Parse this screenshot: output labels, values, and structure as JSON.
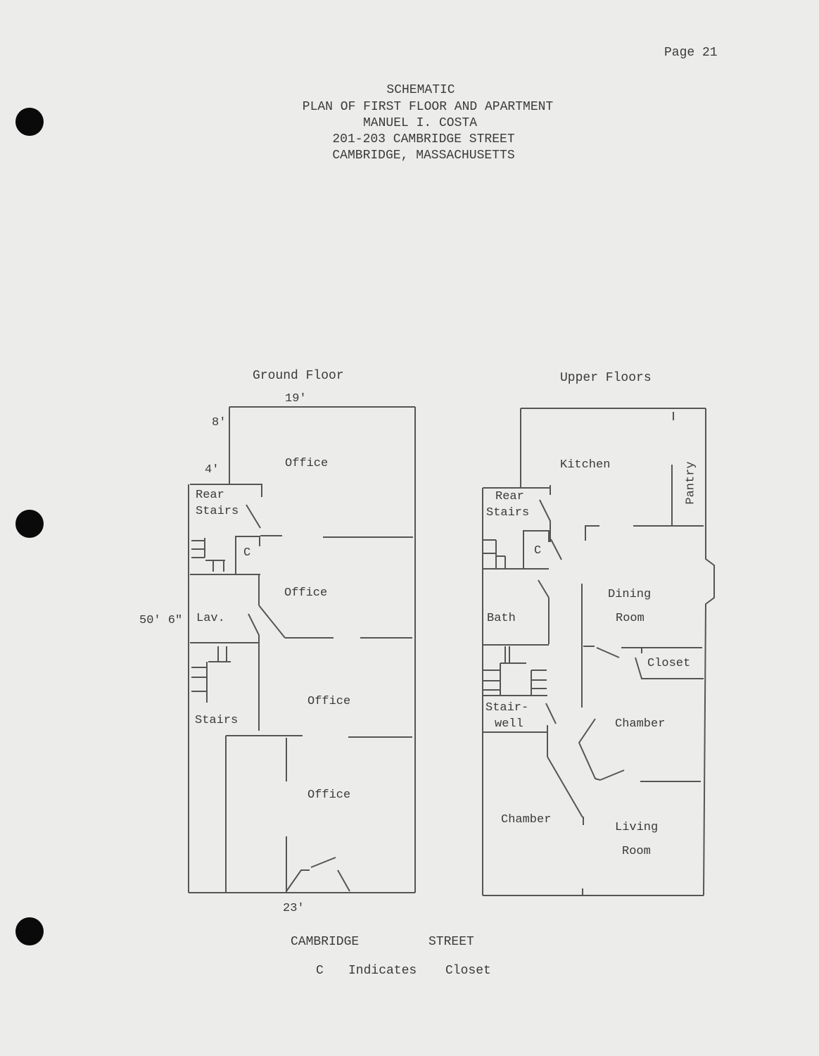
{
  "page_number": "Page 21",
  "title_lines": [
    "SCHEMATIC",
    "PLAN OF FIRST FLOOR AND APARTMENT",
    "MANUEL I. COSTA",
    "201-203 CAMBRIDGE STREET",
    "CAMBRIDGE, MASSACHUSETTS"
  ],
  "ground_floor": {
    "heading": "Ground Floor",
    "dims": {
      "top": "19'",
      "upper_left": "8'",
      "step": "4'",
      "depth": "50' 6\"",
      "bottom": "23'"
    },
    "rooms": {
      "office1": "Office",
      "office2": "Office",
      "office3": "Office",
      "office4": "Office",
      "rear_stairs_1": "Rear",
      "rear_stairs_2": "Stairs",
      "closet": "C",
      "lav": "Lav.",
      "stairs": "Stairs"
    }
  },
  "upper_floors": {
    "heading": "Upper Floors",
    "rooms": {
      "kitchen": "Kitchen",
      "pantry": "Pantry",
      "rear_stairs_1": "Rear",
      "rear_stairs_2": "Stairs",
      "closet_c": "C",
      "dining_1": "Dining",
      "dining_2": "Room",
      "bath": "Bath",
      "closet": "Closet",
      "stairwell_1": "Stair-",
      "stairwell_2": "well",
      "chamber_right": "Chamber",
      "chamber_left": "Chamber",
      "living_1": "Living",
      "living_2": "Room"
    }
  },
  "street": {
    "word1": "CAMBRIDGE",
    "word2": "STREET"
  },
  "legend": {
    "symbol": "C",
    "text": "Indicates",
    "meaning": "Closet"
  }
}
